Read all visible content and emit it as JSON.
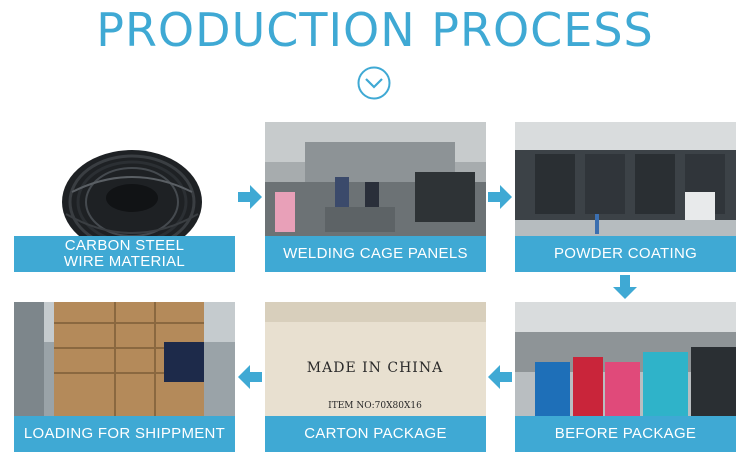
{
  "header": {
    "title": "PRODUCTION PROCESS"
  },
  "steps": [
    {
      "label": "CARBON STEEL WIRE MATERIAL",
      "line1": "CARBON STEEL",
      "line2": "WIRE MATERIAL"
    },
    {
      "label": "WELDING CAGE PANELS"
    },
    {
      "label": "POWDER COATING"
    },
    {
      "label": "BEFORE PACKAGE"
    },
    {
      "label": "CARTON PACKAGE",
      "box_text": "MADE IN CHINA",
      "box_item": "ITEM NO:70X80X16"
    },
    {
      "label": "LOADING FOR SHIPPMENT"
    }
  ],
  "colors": {
    "accent": "#3fa9d4",
    "arrow": "#3fa9d4"
  },
  "icons": {
    "down": "chevron-down-circle-icon",
    "arrow_right": "arrow-right-icon",
    "arrow_left": "arrow-left-icon",
    "arrow_down": "arrow-down-icon"
  }
}
